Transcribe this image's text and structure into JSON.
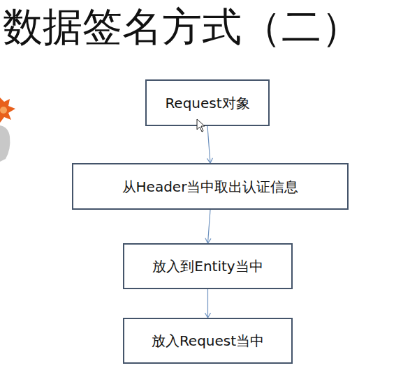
{
  "diagram": {
    "title": "数据签名方式（二）",
    "nodes": [
      {
        "text": [
          "Request对象"
        ]
      },
      {
        "text": [
          "从Header当中取出认证信息"
        ]
      },
      {
        "text": [
          "放入到Entity当中"
        ]
      },
      {
        "text": [
          "放入Request当中"
        ]
      }
    ],
    "edges": [
      {
        "from": 0,
        "to": 1,
        "arrow": "to"
      },
      {
        "from": 1,
        "to": 2,
        "arrow": "to"
      },
      {
        "from": 2,
        "to": 3,
        "arrow": "to"
      }
    ]
  }
}
